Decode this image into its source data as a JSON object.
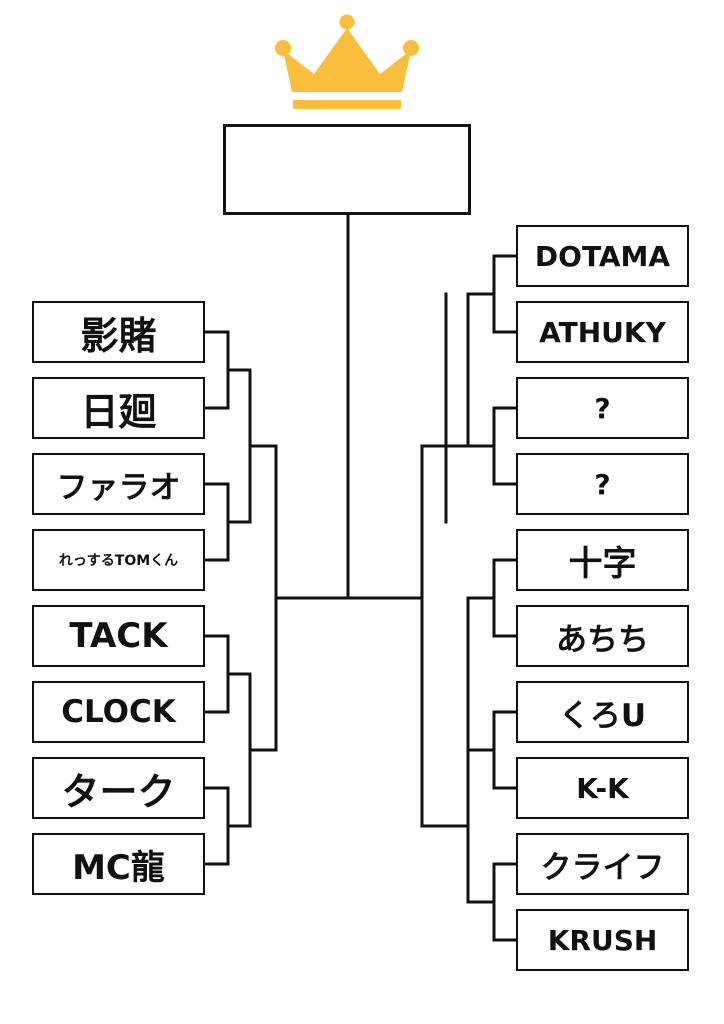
{
  "colors": {
    "crown": "#F8BE3C",
    "line": "#111111",
    "box_border": "#111111",
    "background": "#ffffff"
  },
  "champion": {
    "name": ""
  },
  "left_bracket": [
    {
      "name": "影賭"
    },
    {
      "name": "日廻"
    },
    {
      "name": "ファラオ"
    },
    {
      "name": "れっするTOMくん"
    },
    {
      "name": "TACK"
    },
    {
      "name": "CLOCK"
    },
    {
      "name": "ターク"
    },
    {
      "name": "MC龍"
    }
  ],
  "right_bracket": [
    {
      "name": "DOTAMA"
    },
    {
      "name": "ATHUKY"
    },
    {
      "name": "?"
    },
    {
      "name": "?"
    },
    {
      "name": "十字"
    },
    {
      "name": "あちち"
    },
    {
      "name": "くろU"
    },
    {
      "name": "K-K"
    },
    {
      "name": "クライフ"
    },
    {
      "name": "KRUSH"
    }
  ]
}
